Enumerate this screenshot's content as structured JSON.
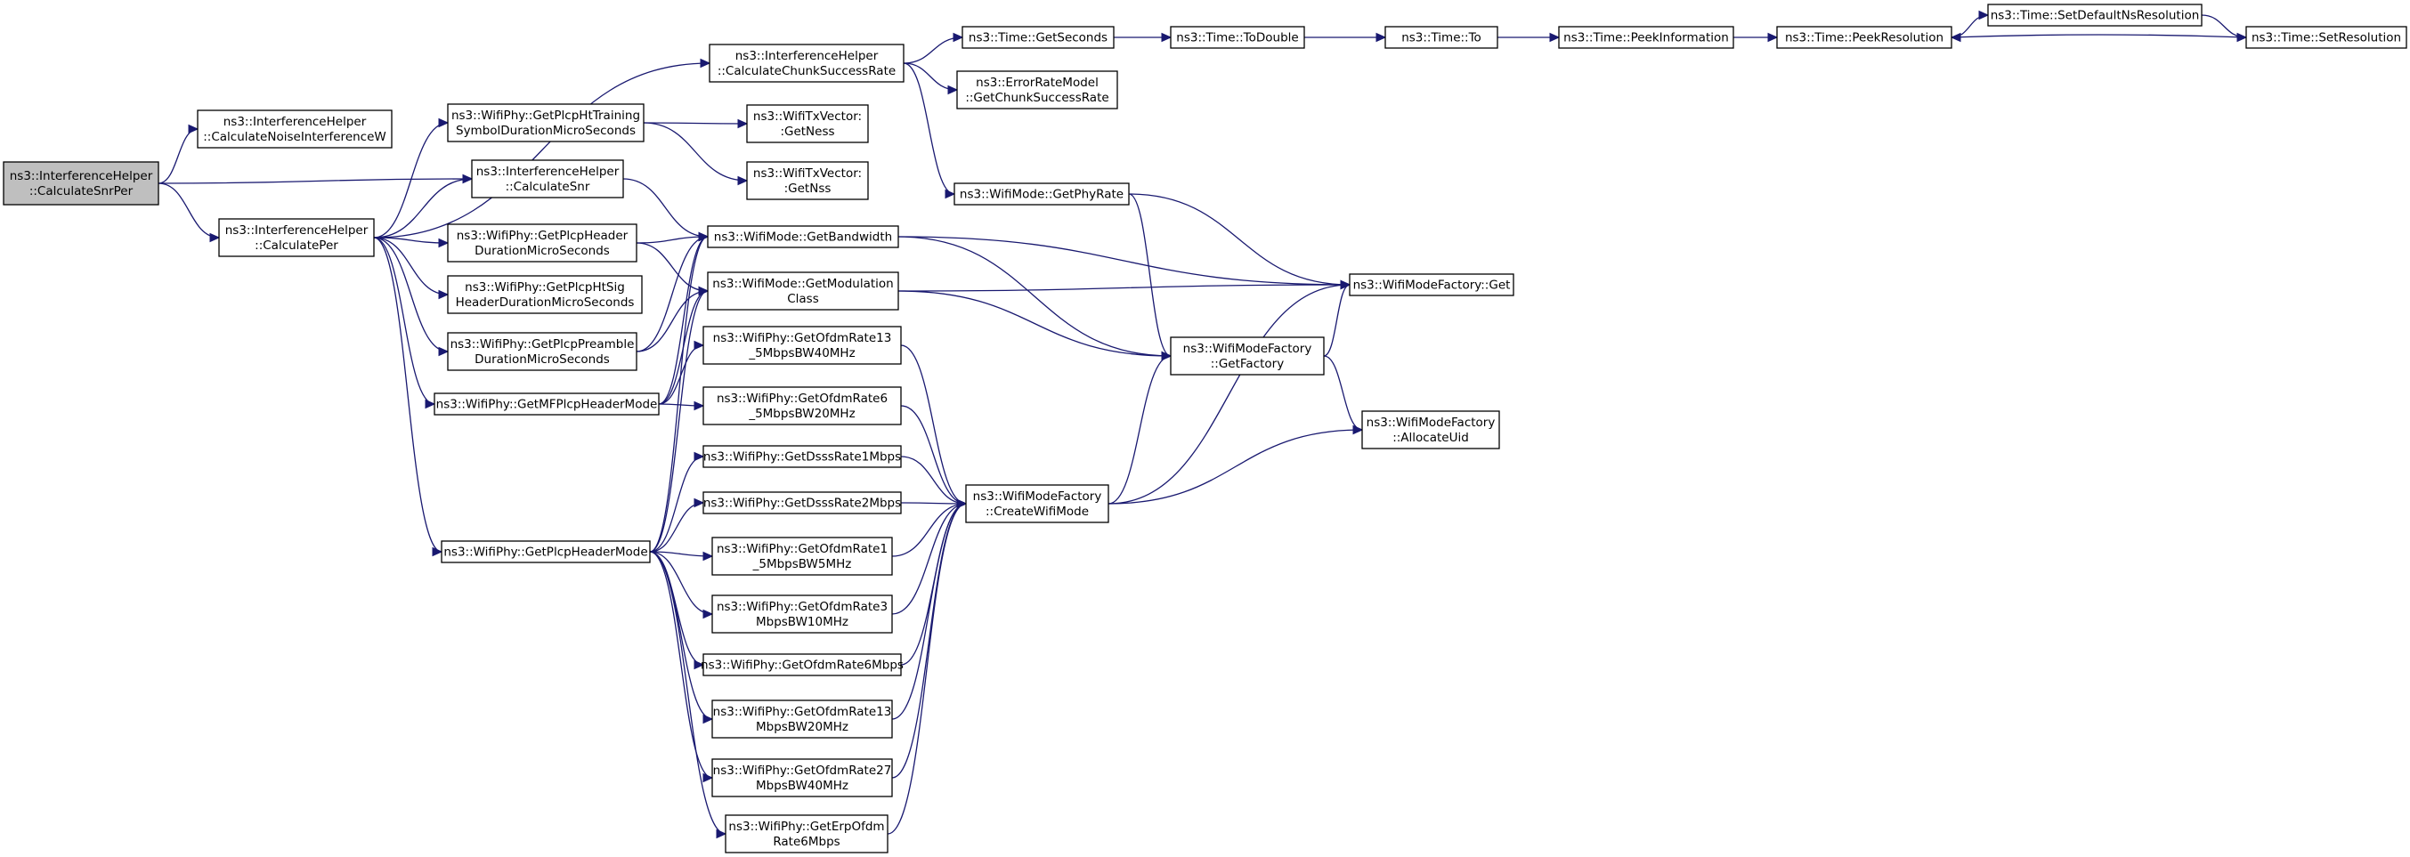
{
  "nodes": [
    {
      "id": "calcSnrPer",
      "lines": [
        "ns3::InterferenceHelper",
        "::CalculateSnrPer"
      ],
      "root": true
    },
    {
      "id": "calcNoise",
      "lines": [
        "ns3::InterferenceHelper",
        "::CalculateNoiseInterferenceW"
      ]
    },
    {
      "id": "calcPer",
      "lines": [
        "ns3::InterferenceHelper",
        "::CalculatePer"
      ]
    },
    {
      "id": "calcSnr",
      "lines": [
        "ns3::InterferenceHelper",
        "::CalculateSnr"
      ]
    },
    {
      "id": "chunk",
      "lines": [
        "ns3::InterferenceHelper",
        "::CalculateChunkSuccessRate"
      ]
    },
    {
      "id": "htTraining",
      "lines": [
        "ns3::WifiPhy::GetPlcpHtTraining",
        "SymbolDurationMicroSeconds"
      ]
    },
    {
      "id": "plcpHeaderDur",
      "lines": [
        "ns3::WifiPhy::GetPlcpHeader",
        "DurationMicroSeconds"
      ]
    },
    {
      "id": "htSig",
      "lines": [
        "ns3::WifiPhy::GetPlcpHtSig",
        "HeaderDurationMicroSeconds"
      ]
    },
    {
      "id": "preamble",
      "lines": [
        "ns3::WifiPhy::GetPlcpPreamble",
        "DurationMicroSeconds"
      ]
    },
    {
      "id": "mfHeader",
      "lines": [
        "ns3::WifiPhy::GetMFPlcpHeaderMode"
      ]
    },
    {
      "id": "plcpHeaderMode",
      "lines": [
        "ns3::WifiPhy::GetPlcpHeaderMode"
      ]
    },
    {
      "id": "getSeconds",
      "lines": [
        "ns3::Time::GetSeconds"
      ]
    },
    {
      "id": "errModel",
      "lines": [
        "ns3::ErrorRateModel",
        "::GetChunkSuccessRate"
      ]
    },
    {
      "id": "getNess",
      "lines": [
        "ns3::WifiTxVector:",
        ":GetNess"
      ]
    },
    {
      "id": "getNss",
      "lines": [
        "ns3::WifiTxVector:",
        ":GetNss"
      ]
    },
    {
      "id": "getPhyRate",
      "lines": [
        "ns3::WifiMode::GetPhyRate"
      ]
    },
    {
      "id": "getBandwidth",
      "lines": [
        "ns3::WifiMode::GetBandwidth"
      ]
    },
    {
      "id": "getModClass",
      "lines": [
        "ns3::WifiMode::GetModulation",
        "Class"
      ]
    },
    {
      "id": "ofdm13_40",
      "lines": [
        "ns3::WifiPhy::GetOfdmRate13",
        "_5MbpsBW40MHz"
      ]
    },
    {
      "id": "ofdm6_20",
      "lines": [
        "ns3::WifiPhy::GetOfdmRate6",
        "_5MbpsBW20MHz"
      ]
    },
    {
      "id": "dsss1",
      "lines": [
        "ns3::WifiPhy::GetDsssRate1Mbps"
      ]
    },
    {
      "id": "dsss2",
      "lines": [
        "ns3::WifiPhy::GetDsssRate2Mbps"
      ]
    },
    {
      "id": "ofdm1_5",
      "lines": [
        "ns3::WifiPhy::GetOfdmRate1",
        "_5MbpsBW5MHz"
      ]
    },
    {
      "id": "ofdm3_10",
      "lines": [
        "ns3::WifiPhy::GetOfdmRate3",
        "MbpsBW10MHz"
      ]
    },
    {
      "id": "ofdm6",
      "lines": [
        "ns3::WifiPhy::GetOfdmRate6Mbps"
      ]
    },
    {
      "id": "ofdm13_20",
      "lines": [
        "ns3::WifiPhy::GetOfdmRate13",
        "MbpsBW20MHz"
      ]
    },
    {
      "id": "ofdm27_40",
      "lines": [
        "ns3::WifiPhy::GetOfdmRate27",
        "MbpsBW40MHz"
      ]
    },
    {
      "id": "erpOfdm",
      "lines": [
        "ns3::WifiPhy::GetErpOfdm",
        "Rate6Mbps"
      ]
    },
    {
      "id": "toDouble",
      "lines": [
        "ns3::Time::ToDouble"
      ]
    },
    {
      "id": "timeTo",
      "lines": [
        "ns3::Time::To"
      ]
    },
    {
      "id": "peekInfo",
      "lines": [
        "ns3::Time::PeekInformation"
      ]
    },
    {
      "id": "peekRes",
      "lines": [
        "ns3::Time::PeekResolution"
      ]
    },
    {
      "id": "setDefaultNs",
      "lines": [
        "ns3::Time::SetDefaultNsResolution"
      ]
    },
    {
      "id": "setRes",
      "lines": [
        "ns3::Time::SetResolution"
      ]
    },
    {
      "id": "getFactory",
      "lines": [
        "ns3::WifiModeFactory",
        "::GetFactory"
      ]
    },
    {
      "id": "createMode",
      "lines": [
        "ns3::WifiModeFactory",
        "::CreateWifiMode"
      ]
    },
    {
      "id": "factoryGet",
      "lines": [
        "ns3::WifiModeFactory::Get"
      ]
    },
    {
      "id": "allocUid",
      "lines": [
        "ns3::WifiModeFactory",
        "::AllocateUid"
      ]
    }
  ],
  "edges": [
    [
      "calcSnrPer",
      "calcNoise"
    ],
    [
      "calcSnrPer",
      "calcSnr"
    ],
    [
      "calcSnrPer",
      "calcPer"
    ],
    [
      "calcPer",
      "chunk"
    ],
    [
      "calcPer",
      "htTraining"
    ],
    [
      "calcPer",
      "calcSnr"
    ],
    [
      "calcPer",
      "plcpHeaderDur"
    ],
    [
      "calcPer",
      "htSig"
    ],
    [
      "calcPer",
      "preamble"
    ],
    [
      "calcPer",
      "mfHeader"
    ],
    [
      "calcPer",
      "plcpHeaderMode"
    ],
    [
      "calcSnr",
      "getBandwidth"
    ],
    [
      "chunk",
      "getSeconds"
    ],
    [
      "chunk",
      "errModel"
    ],
    [
      "chunk",
      "getPhyRate"
    ],
    [
      "htTraining",
      "getNess"
    ],
    [
      "htTraining",
      "getNss"
    ],
    [
      "plcpHeaderDur",
      "getBandwidth"
    ],
    [
      "plcpHeaderDur",
      "getModClass"
    ],
    [
      "preamble",
      "getBandwidth"
    ],
    [
      "preamble",
      "getModClass"
    ],
    [
      "mfHeader",
      "getBandwidth"
    ],
    [
      "mfHeader",
      "getModClass"
    ],
    [
      "mfHeader",
      "ofdm13_40"
    ],
    [
      "mfHeader",
      "ofdm6_20"
    ],
    [
      "plcpHeaderMode",
      "getBandwidth"
    ],
    [
      "plcpHeaderMode",
      "getModClass"
    ],
    [
      "plcpHeaderMode",
      "dsss1"
    ],
    [
      "plcpHeaderMode",
      "dsss2"
    ],
    [
      "plcpHeaderMode",
      "ofdm1_5"
    ],
    [
      "plcpHeaderMode",
      "ofdm3_10"
    ],
    [
      "plcpHeaderMode",
      "ofdm6"
    ],
    [
      "plcpHeaderMode",
      "ofdm13_20"
    ],
    [
      "plcpHeaderMode",
      "ofdm27_40"
    ],
    [
      "plcpHeaderMode",
      "erpOfdm"
    ],
    [
      "getSeconds",
      "toDouble"
    ],
    [
      "toDouble",
      "timeTo"
    ],
    [
      "timeTo",
      "peekInfo"
    ],
    [
      "peekInfo",
      "peekRes"
    ],
    [
      "peekRes",
      "setDefaultNs"
    ],
    [
      "setDefaultNs",
      "setRes"
    ],
    [
      "setRes",
      "peekRes"
    ],
    [
      "getPhyRate",
      "factoryGet"
    ],
    [
      "getPhyRate",
      "getFactory"
    ],
    [
      "getBandwidth",
      "factoryGet"
    ],
    [
      "getBandwidth",
      "getFactory"
    ],
    [
      "getModClass",
      "factoryGet"
    ],
    [
      "getModClass",
      "getFactory"
    ],
    [
      "ofdm13_40",
      "createMode"
    ],
    [
      "ofdm6_20",
      "createMode"
    ],
    [
      "dsss1",
      "createMode"
    ],
    [
      "dsss2",
      "createMode"
    ],
    [
      "ofdm1_5",
      "createMode"
    ],
    [
      "ofdm3_10",
      "createMode"
    ],
    [
      "ofdm6",
      "createMode"
    ],
    [
      "ofdm13_20",
      "createMode"
    ],
    [
      "ofdm27_40",
      "createMode"
    ],
    [
      "erpOfdm",
      "createMode"
    ],
    [
      "createMode",
      "getFactory"
    ],
    [
      "createMode",
      "allocUid"
    ],
    [
      "createMode",
      "factoryGet"
    ],
    [
      "getFactory",
      "factoryGet"
    ],
    [
      "getFactory",
      "allocUid"
    ]
  ]
}
